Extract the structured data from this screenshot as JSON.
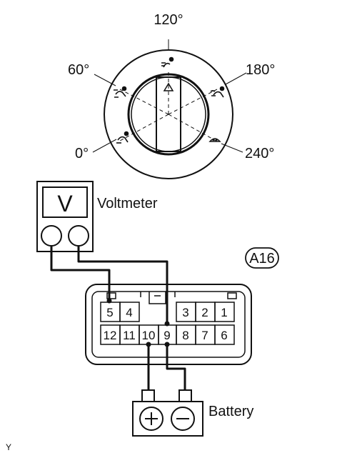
{
  "dial": {
    "angles": {
      "a120": "120°",
      "a60": "60°",
      "a180": "180°",
      "a0": "0°",
      "a240": "240°"
    }
  },
  "voltmeter": {
    "symbol": "V",
    "label": "Voltmeter"
  },
  "connector": {
    "code": "A16",
    "top_row": [
      "5",
      "4",
      "3",
      "2",
      "1"
    ],
    "bottom_row": [
      "12",
      "11",
      "10",
      "9",
      "8",
      "7",
      "6"
    ]
  },
  "battery": {
    "label": "Battery",
    "positive_symbol": "+",
    "negative_symbol": "−"
  },
  "footer": {
    "code": "Y"
  },
  "icons": [
    "face-vent-icon",
    "bi-level-icon",
    "foot-icon",
    "foot-defrost-icon",
    "defroster-icon",
    "triangle-marker-icon"
  ],
  "colors": {
    "ink": "#111111",
    "background": "#ffffff"
  }
}
